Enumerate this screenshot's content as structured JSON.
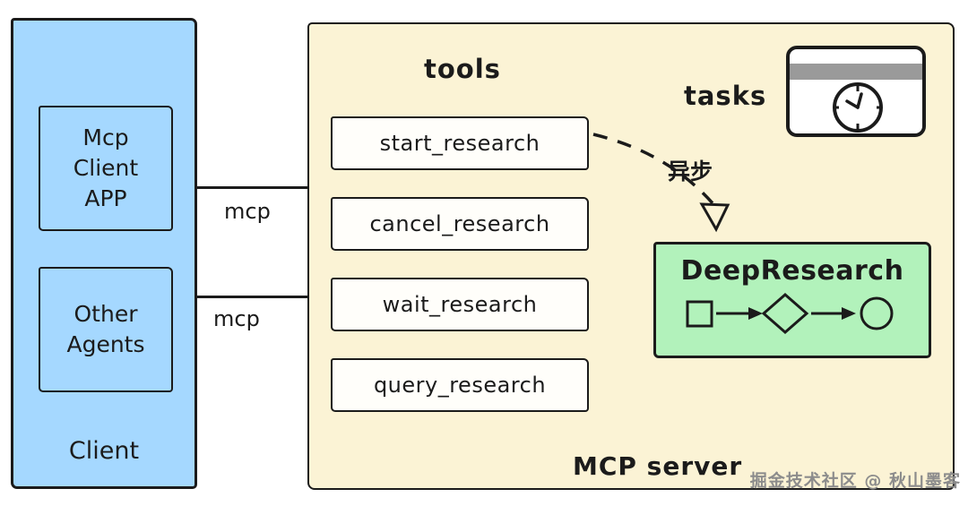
{
  "client": {
    "label": "Client",
    "app_box": {
      "lines": [
        "Mcp",
        "Client",
        "APP"
      ]
    },
    "agents_box": {
      "lines": [
        "Other",
        "Agents"
      ]
    }
  },
  "connections": {
    "top_label": "mcp",
    "bottom_label": "mcp"
  },
  "server": {
    "label": "MCP server",
    "tools_heading": "tools",
    "tools": [
      "start_research",
      "cancel_research",
      "wait_research",
      "query_research"
    ],
    "tasks_heading": "tasks",
    "async_label": "异步",
    "deepresearch": {
      "title": "DeepResearch"
    }
  },
  "watermark": "掘金技术社区 @ 秋山墨客",
  "colors": {
    "client_fill": "#a5d8ff",
    "server_fill": "#fbf3d5",
    "deepresearch_fill": "#b2f2bb",
    "box_fill": "#fffefa",
    "border": "#1b1b1b",
    "watermark_color": "#8c8c8c",
    "tasks_header_fill": "#9a9a9a"
  }
}
